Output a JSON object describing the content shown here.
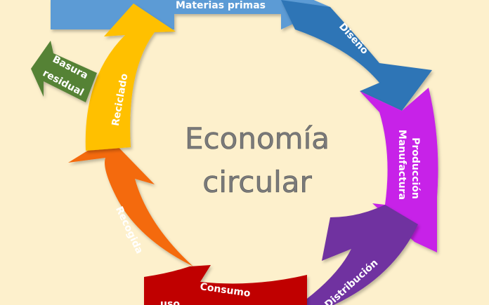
{
  "diagram": {
    "title_line1": "Economía",
    "title_line2": "circular",
    "segments": {
      "materias_primas": {
        "label": "Materias primas",
        "color": "#5b9bd5"
      },
      "diseno": {
        "label": "Diseño",
        "color": "#2e75b6"
      },
      "produccion": {
        "label": "Producción",
        "color": "#c724e8"
      },
      "manufactura": {
        "label": "Manufactura",
        "color": "#c724e8"
      },
      "distribucion": {
        "label": "Distribución",
        "color": "#7030a0"
      },
      "consumo": {
        "label": "Consumo",
        "color": "#c00000"
      },
      "uso": {
        "label": "uso",
        "color": "#c00000"
      },
      "recogida": {
        "label": "Recogida",
        "color": "#f46a0b"
      },
      "reciclado": {
        "label": "Reciclado",
        "color": "#ffc000"
      },
      "basura_1": {
        "label": "Basura",
        "color": "#548235"
      },
      "basura_2": {
        "label": "residual",
        "color": "#548235"
      }
    },
    "background_color": "#fdf0cc"
  }
}
